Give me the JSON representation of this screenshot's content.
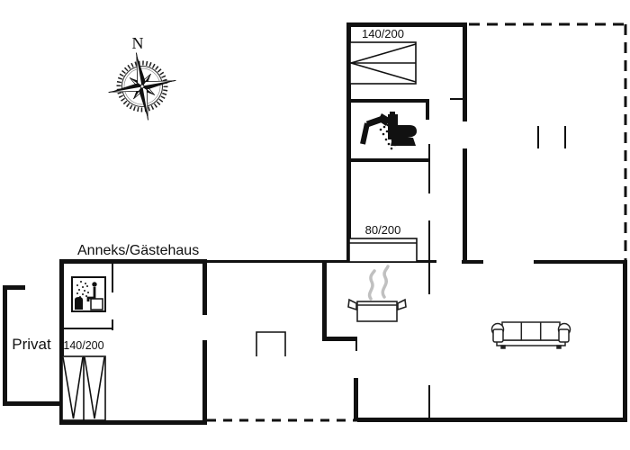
{
  "floor_plan": {
    "compass": {
      "north_label": "N"
    },
    "labels": {
      "annex": "Anneks/Gästehaus",
      "private_room": "Privat"
    },
    "beds": {
      "top_double": "140/200",
      "middle_single": "80/200",
      "annex_double": "140/200"
    },
    "icons": [
      "compass-rose-icon",
      "sauna-icon",
      "shower-icon",
      "toilet-icon",
      "cooking-pot-icon",
      "steam-icon",
      "sofa-icon",
      "double-bed-icon",
      "single-bed-icon",
      "annex-double-bed-icon",
      "table-icon"
    ],
    "colors": {
      "wall": "#111111",
      "background": "#ffffff",
      "steam": "#c0c0c0"
    }
  }
}
